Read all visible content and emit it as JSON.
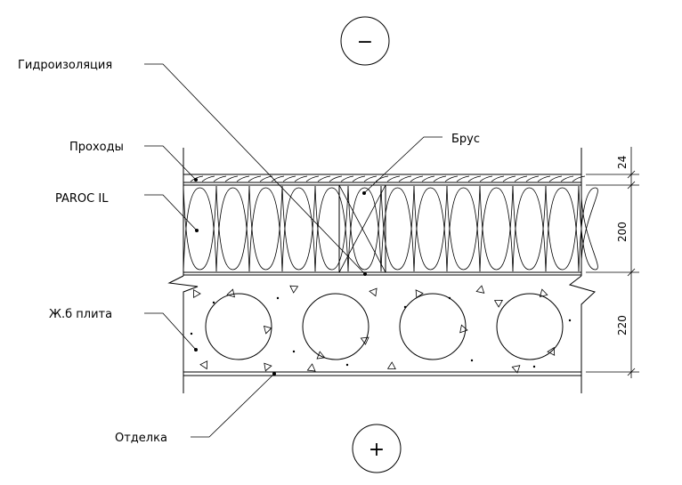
{
  "labels": {
    "waterproofing": "Гидроизоляция",
    "passages": "Проходы",
    "insulation": "PAROC IL",
    "slab": "Ж.б плита",
    "finish": "Отделка",
    "beam": "Брус"
  },
  "symbols": {
    "top": "−",
    "bottom": "+"
  },
  "dimensions": {
    "top_layer": "24",
    "insulation": "200",
    "slab": "220"
  }
}
